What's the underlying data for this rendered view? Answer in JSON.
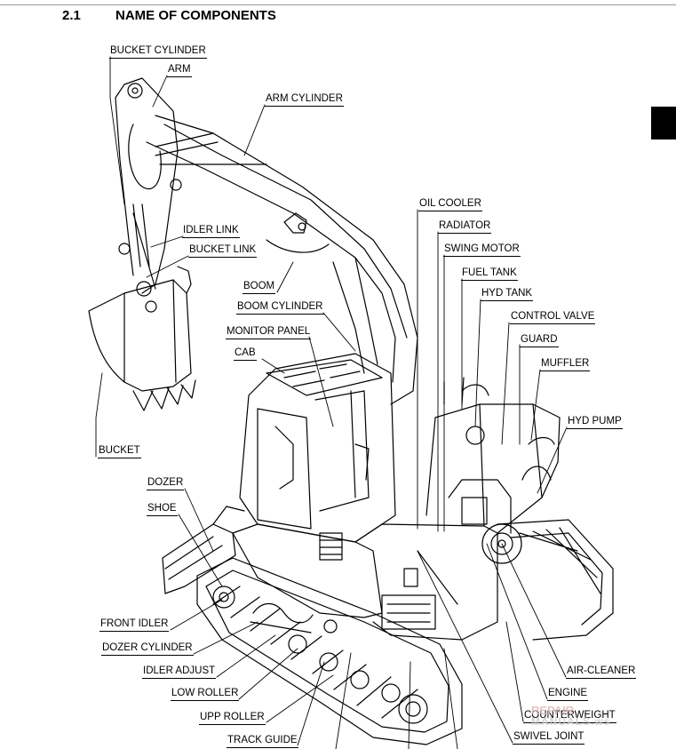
{
  "section": {
    "number": "2.1",
    "title": "NAME OF COMPONENTS"
  },
  "watermark": {
    "line1": "REPAIR",
    "line2": "MANUALS.ws"
  },
  "labels": {
    "bucket_cylinder": "BUCKET CYLINDER",
    "arm": "ARM",
    "arm_cylinder": "ARM CYLINDER",
    "idler_link": "IDLER LINK",
    "bucket_link": "BUCKET LINK",
    "boom": "BOOM",
    "boom_cylinder": "BOOM CYLINDER",
    "monitor_panel": "MONITOR PANEL",
    "cab": "CAB",
    "bucket": "BUCKET",
    "dozer": "DOZER",
    "shoe": "SHOE",
    "front_idler": "FRONT IDLER",
    "dozer_cylinder": "DOZER CYLINDER",
    "idler_adjust": "IDLER ADJUST",
    "low_roller": "LOW ROLLER",
    "upp_roller": "UPP ROLLER",
    "track_guide": "TRACK GUIDE",
    "oil_cooler": "OIL COOLER",
    "radiator": "RADIATOR",
    "swing_motor": "SWING MOTOR",
    "fuel_tank": "FUEL TANK",
    "hyd_tank": "HYD TANK",
    "control_valve": "CONTROL VALVE",
    "guard": "GUARD",
    "muffler": "MUFFLER",
    "hyd_pump": "HYD PUMP",
    "air_cleaner": "AIR-CLEANER",
    "engine": "ENGINE",
    "counterweight": "COUNTERWEIGHT",
    "swivel_joint": "SWIVEL JOINT"
  }
}
